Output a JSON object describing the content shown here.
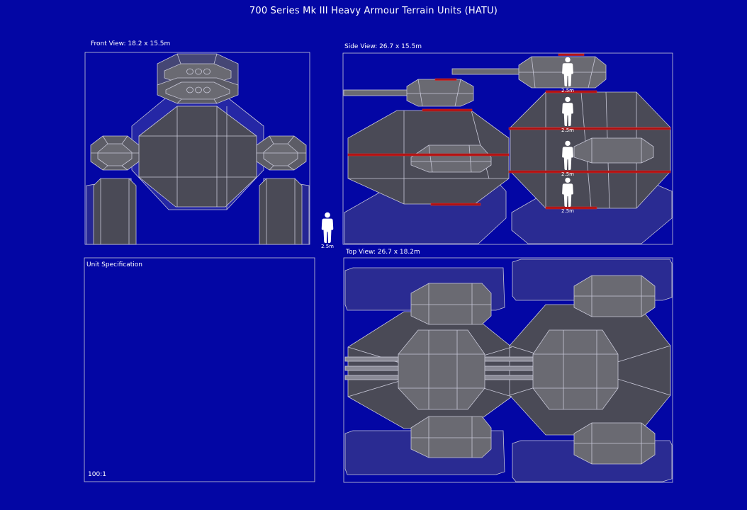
{
  "title": "700 Series Mk III Heavy Armour Terrain Units (HATU)",
  "views": {
    "front": "Front View: 18.2 x 15.5m",
    "side": "Side View: 26.7 x 15.5m",
    "top": "Top View: 26.7 x 18.2m"
  },
  "spec": {
    "title": "Unit Specification",
    "scale": "100:1"
  },
  "figure_label": "2.5m",
  "colors": {
    "background": "#0306a4",
    "hull": "#4a4a56",
    "hull_light": "#6a6a72",
    "outline": "#c8c8d8",
    "accent_red": "#b01010",
    "tread_fill": "#3c3c8a"
  }
}
